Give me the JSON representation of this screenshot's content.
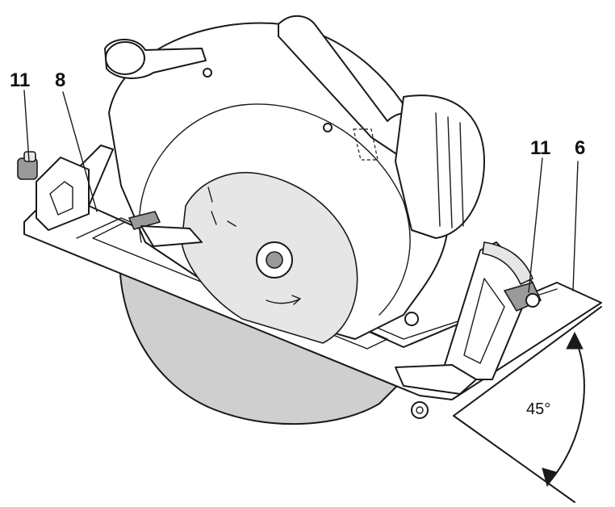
{
  "labels": {
    "left_lever": "11",
    "blade_guard_lever": "8",
    "right_lever": "11",
    "base_plate": "6"
  },
  "angle": {
    "text": "45°"
  },
  "colors": {
    "line": "#1a1a1a",
    "blade": "#cfcfcf",
    "background": "#ffffff"
  }
}
